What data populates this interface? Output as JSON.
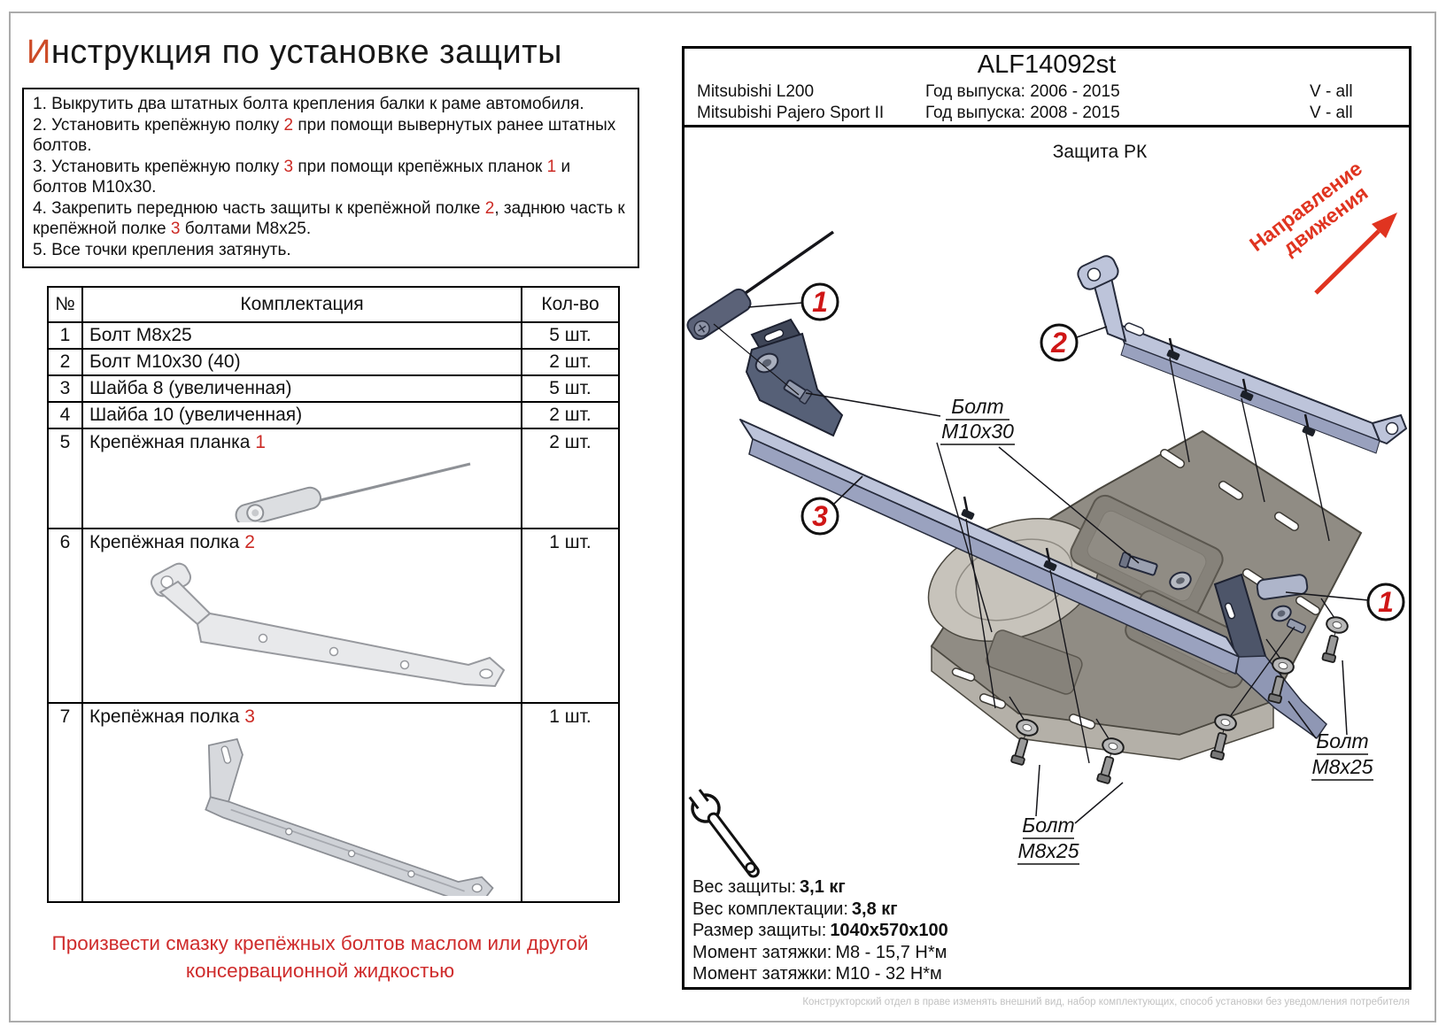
{
  "page": {
    "title_first_letter": "И",
    "title_rest": "нструкция по установке защиты",
    "note_line1": "Произвести смазку крепёжных болтов маслом или другой",
    "note_line2": "консервационной жидкостью",
    "footer_disclaimer": "Конструкторский отдел в праве изменять внешний вид, набор комплектующих, способ установки без уведомления потребителя"
  },
  "instructions": {
    "steps": [
      [
        {
          "t": "1. Выкрутить два штатных болта крепления балки к раме автомобиля."
        }
      ],
      [
        {
          "t": "2. Установить крепёжную полку "
        },
        {
          "t": "2",
          "r": true
        },
        {
          "t": " при помощи вывернутых ранее штатных болтов."
        }
      ],
      [
        {
          "t": "3. Установить крепёжную полку "
        },
        {
          "t": "3",
          "r": true
        },
        {
          "t": " при помощи крепёжных планок "
        },
        {
          "t": "1",
          "r": true
        },
        {
          "t": " и болтов М10х30."
        }
      ],
      [
        {
          "t": "4. Закрепить переднюю часть защиты к крепёжной полке "
        },
        {
          "t": "2",
          "r": true
        },
        {
          "t": ", заднюю часть к крепёжной полке "
        },
        {
          "t": "3",
          "r": true
        },
        {
          "t": " болтами М8х25."
        }
      ],
      [
        {
          "t": "5. Все точки крепления затянуть."
        }
      ]
    ]
  },
  "parts_table": {
    "headers": {
      "num": "№",
      "name": "Комплектация",
      "qty": "Кол-во"
    },
    "rows": [
      {
        "num": "1",
        "name": "Болт М8х25",
        "red": "",
        "qty": "5 шт.",
        "image": ""
      },
      {
        "num": "2",
        "name": "Болт М10х30 (40)",
        "red": "",
        "qty": "2 шт.",
        "image": ""
      },
      {
        "num": "3",
        "name": "Шайба 8 (увеличенная)",
        "red": "",
        "qty": "5 шт.",
        "image": ""
      },
      {
        "num": "4",
        "name": "Шайба 10 (увеличенная)",
        "red": "",
        "qty": "2 шт.",
        "image": ""
      },
      {
        "num": "5",
        "name": "Крепёжная планка ",
        "red": "1",
        "qty": "2 шт.",
        "image": "planka1"
      },
      {
        "num": "6",
        "name": "Крепёжная полка ",
        "red": "2",
        "qty": "1 шт.",
        "image": "polka2"
      },
      {
        "num": "7",
        "name": "Крепёжная полка ",
        "red": "3",
        "qty": "1 шт.",
        "image": "polka3"
      }
    ]
  },
  "title_block": {
    "code": "ALF14092st",
    "models": [
      {
        "name": "Mitsubishi L200",
        "years": "Год выпуска: 2006 - 2015",
        "engine": "V - all"
      },
      {
        "name": "Mitsubishi Pajero Sport II",
        "years": "Год выпуска: 2008 - 2015",
        "engine": "V - all"
      }
    ]
  },
  "drawing": {
    "title": "Защита РК",
    "direction_line1": "Направление",
    "direction_line2": "движения",
    "callouts": [
      "1",
      "2",
      "3",
      "1"
    ],
    "labels": {
      "bolt_m10": {
        "line1": "Болт",
        "line2": "М10х30"
      },
      "bolt_m8_right": {
        "line1": "Болт",
        "line2": "М8х25"
      },
      "bolt_m8_bottom": {
        "line1": "Болт",
        "line2": "М8х25"
      }
    },
    "specs": [
      {
        "label": "Вес защиты:",
        "value": "3,1 кг",
        "bold": true
      },
      {
        "label": "Вес комплектации:",
        "value": "3,8 кг",
        "bold": true
      },
      {
        "label": "Размер защиты:",
        "value": "1040х570х100",
        "bold": true
      },
      {
        "label": "Момент затяжки:",
        "value": "М8 - 15,7 Н*м",
        "bold": false
      },
      {
        "label": "Момент затяжки:",
        "value": "М10 - 32 Н*м",
        "bold": false
      }
    ]
  },
  "colors": {
    "accent_red": "#cc2a24",
    "title_letter_orange": "#cd4b27",
    "arrow_red": "#e03420",
    "steel_blue": "#bdc4da",
    "plate_gray": "#908c84"
  }
}
